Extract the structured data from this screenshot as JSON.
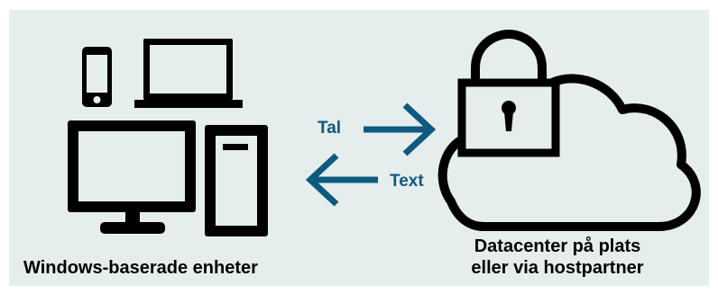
{
  "diagram": {
    "devices_caption": "Windows-baserade enheter",
    "datacenter_caption_line1": "Datacenter på plats",
    "datacenter_caption_line2": "eller via hostpartner",
    "flow_to_datacenter": "Tal",
    "flow_to_devices": "Text"
  },
  "colors": {
    "background_panel": "#e6eded",
    "arrow": "#0d5a7e",
    "icons": "#000000",
    "labels": "#0d5a7e"
  },
  "icons": {
    "devices": [
      "smartphone-icon",
      "laptop-icon",
      "monitor-icon",
      "tower-pc-icon"
    ],
    "datacenter": [
      "cloud-icon",
      "padlock-icon"
    ],
    "flows": [
      "arrow-right-icon",
      "arrow-left-icon"
    ]
  }
}
